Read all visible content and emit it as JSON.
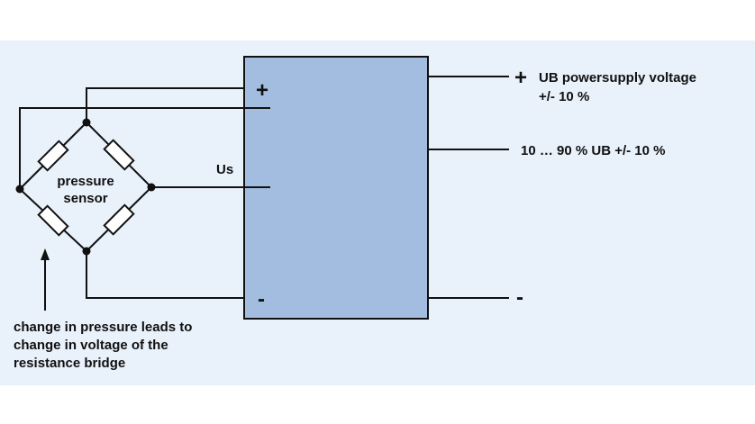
{
  "diagram": {
    "sensor_label_line1": "pressure",
    "sensor_label_line2": "sensor",
    "signal_label": "Us",
    "module_plus": "+",
    "module_minus": "-",
    "out_plus_sign": "+",
    "out_supply_line1": "UB powersupply voltage",
    "out_supply_line2": "+/- 10 %",
    "out_signal": "10 … 90 % UB +/- 10 %",
    "out_minus_sign": "-",
    "note_line1": "change in pressure leads to",
    "note_line2": "change in voltage of the",
    "note_line3": "resistance bridge"
  },
  "colors": {
    "panel_background": "#e9f1fb",
    "module_fill": "#a3bde0",
    "resistor_fill": "#ffffff",
    "line": "#111111"
  }
}
